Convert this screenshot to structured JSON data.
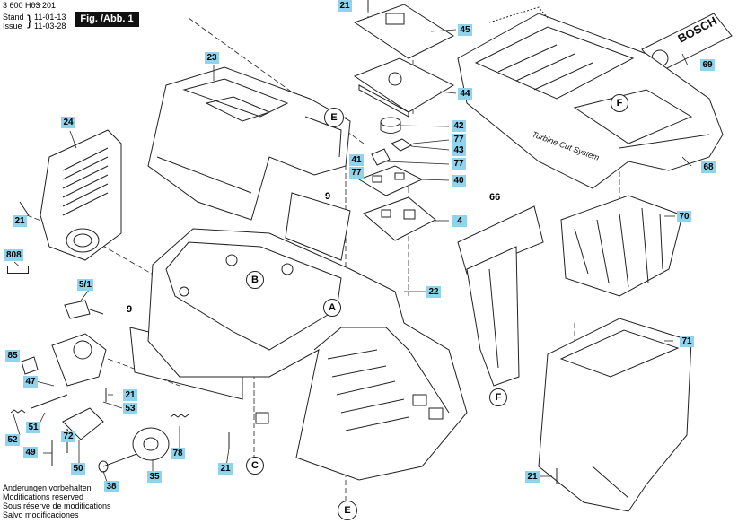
{
  "header": {
    "doc_number": "3 600 H03 201",
    "stand_label": "Stand",
    "issue_label": "Issue",
    "stand_date": "11-01-13",
    "issue_date": "11-03-28",
    "fig_label": "Fig. /Abb. 1"
  },
  "footer": {
    "lines": [
      "Änderungen vorbehalten",
      "Modifications reserved",
      "Sous réserve de modifications",
      "Salvo modificaciones"
    ]
  },
  "brand": {
    "logo_text": "BOSCH",
    "housing_text": "Turbine Cut System"
  },
  "part_labels": {
    "p21_top": "21",
    "p45": "45",
    "p23": "23",
    "p69": "69",
    "p44": "44",
    "p24": "24",
    "p42": "42",
    "p77a": "77",
    "p43": "43",
    "p41": "41",
    "p77b": "77",
    "p77c": "77",
    "p68": "68",
    "p40": "40",
    "p9a": "9",
    "p66": "66",
    "p4": "4",
    "p70": "70",
    "p21_left": "21",
    "p808": "808",
    "p22": "22",
    "p5_1": "5/1",
    "p9b": "9",
    "p71": "71",
    "p85": "85",
    "p47": "47",
    "p21_mid": "21",
    "p53": "53",
    "p52": "52",
    "p51": "51",
    "p72": "72",
    "p78": "78",
    "p49": "49",
    "p50": "50",
    "p35": "35",
    "p21_bot": "21",
    "p38": "38",
    "p21_right": "21"
  },
  "section_letters": {
    "A": "A",
    "B": "B",
    "C": "C",
    "E_top": "E",
    "E_bottom": "E",
    "F_body": "F",
    "F_handle": "F"
  },
  "colors": {
    "label_bg": "#8fd4ec",
    "line": "#222222",
    "fig_bg": "#111111"
  }
}
